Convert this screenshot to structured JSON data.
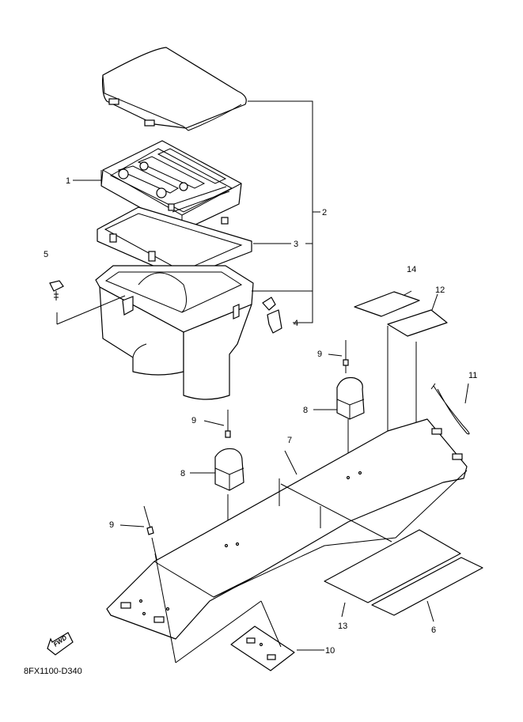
{
  "diagram": {
    "code": "8FX1100-D340",
    "fwd_label": "FWD",
    "callouts": {
      "c1": "1",
      "c2": "2",
      "c3": "3",
      "c4": "4",
      "c5": "5",
      "c6": "6",
      "c7": "7",
      "c8a": "8",
      "c8b": "8",
      "c9a": "9",
      "c9b": "9",
      "c9c": "9",
      "c10": "10",
      "c11": "11",
      "c12": "12",
      "c13": "13",
      "c14": "14"
    }
  }
}
